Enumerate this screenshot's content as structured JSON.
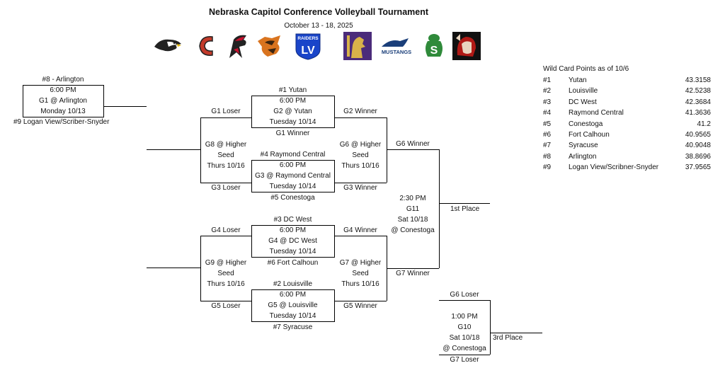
{
  "title": "Nebraska Capitol Conference Volleyball Tournament",
  "dates": "October 13 - 18, 2025",
  "logos": [
    "eagle-logo",
    "lancer-c-logo",
    "falcon-logo",
    "bobcat-logo",
    "raiders-lv-logo",
    "knight-horse-logo",
    "mustangs-logo",
    "gecko-s-logo",
    "indian-head-logo"
  ],
  "logo_text": {
    "raiders": "RAIDERS",
    "lv": "LV",
    "mustangs": "MUSTANGS",
    "s": "S"
  },
  "games": {
    "g1": {
      "top": "#8 - Arlington",
      "time": "6:00 PM",
      "game": "G1 @ Arlington",
      "date": "Monday 10/13",
      "bottom": "#9 Logan View/Scriber-Snyder"
    },
    "g2": {
      "top": "#1 Yutan",
      "time": "6:00 PM",
      "game": "G2 @ Yutan",
      "date": "Tuesday 10/14",
      "bottom": "G1 Winner"
    },
    "g3": {
      "top": "#4 Raymond Central",
      "time": "6:00 PM",
      "game": "G3 @ Raymond Central",
      "date": "Tuesday 10/14",
      "bottom": "#5 Conestoga"
    },
    "g4": {
      "top": "#3 DC West",
      "time": "6:00 PM",
      "game": "G4 @ DC West",
      "date": "Tuesday 10/14",
      "bottom": "#6 Fort Calhoun"
    },
    "g5": {
      "top": "#2 Louisville",
      "time": "6:00 PM",
      "game": "G5 @ Louisville",
      "date": "Tuesday 10/14",
      "bottom": "#7 Syracuse"
    },
    "g8": {
      "line1": "G8 @ Higher",
      "line2": "Seed",
      "line3": "Thurs 10/16",
      "top": "G1 Loser",
      "bottom": "G3 Loser"
    },
    "g9": {
      "line1": "G9 @ Higher",
      "line2": "Seed",
      "line3": "Thurs 10/16",
      "top": "G4 Loser",
      "bottom": "G5 Loser"
    },
    "g6": {
      "line1": "G6 @ Higher",
      "line2": "Seed",
      "line3": "Thurs 10/16",
      "top": "G2 Winner",
      "bottom": "G3 Winner"
    },
    "g7": {
      "line1": "G7 @ Higher",
      "line2": "Seed",
      "line3": "Thurs 10/16",
      "top": "G4 Winner",
      "bottom": "G5 Winner"
    },
    "g11": {
      "time": "2:30 PM",
      "game": "G11",
      "date": "Sat 10/18",
      "site": "@ Conestoga",
      "top": "G6 Winner",
      "bottom": "G7 Winner",
      "result": "1st Place"
    },
    "g10": {
      "time": "1:00 PM",
      "game": "G10",
      "date": "Sat 10/18",
      "site": "@ Conestoga",
      "top": "G6 Loser",
      "bottom": "G7 Loser",
      "result": "3rd Place"
    }
  },
  "wildcard": {
    "heading": "Wild Card Points as of 10/6",
    "rows": [
      {
        "rank": "#1",
        "team": "Yutan",
        "points": "43.3158"
      },
      {
        "rank": "#2",
        "team": "Louisville",
        "points": "42.5238"
      },
      {
        "rank": "#3",
        "team": "DC West",
        "points": "42.3684"
      },
      {
        "rank": "#4",
        "team": "Raymond Central",
        "points": "41.3636"
      },
      {
        "rank": "#5",
        "team": "Conestoga",
        "points": "41.2"
      },
      {
        "rank": "#6",
        "team": "Fort Calhoun",
        "points": "40.9565"
      },
      {
        "rank": "#7",
        "team": "Syracuse",
        "points": "40.9048"
      },
      {
        "rank": "#8",
        "team": "Arlington",
        "points": "38.8696"
      },
      {
        "rank": "#9",
        "team": "Logan View/Scribner-Snyder",
        "points": "37.9565"
      }
    ]
  },
  "colors": {
    "falcon_red": "#c8102e",
    "raiders_blue": "#1a45c9",
    "knight_purple": "#4b2b7a",
    "mustang_blue": "#1b3f7a",
    "gecko_green": "#2f8a3a",
    "indian_red": "#b01a16",
    "bobcat_orange": "#d9741f",
    "lancer_red": "#c23a2a"
  }
}
